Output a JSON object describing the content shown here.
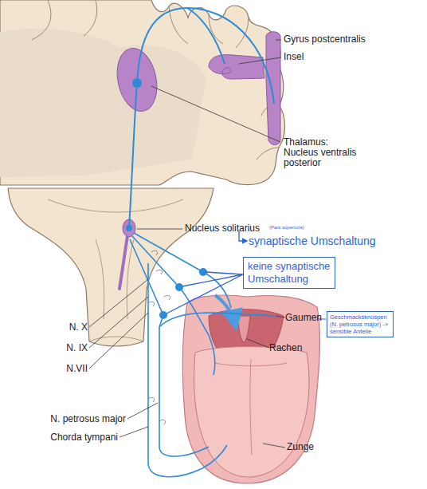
{
  "diagram": {
    "nodes": [
      {
        "text": [
          "keine synaptische Umschaltung"
        ]
      },
      {
        "text": [
          "Geschmacksknospen (N. petrosus major) -> sensible Anteile"
        ]
      }
    ],
    "labels": [
      "Gyrus postcentralis",
      "Insel",
      "Thalamus: Nucleus ventralis posterior",
      "Nucleus solitarius",
      "(Pars superioris)",
      "synaptische Umschaltung",
      "Gaumen",
      "Rachen",
      "N. X",
      "N. IX",
      "N.VII",
      "N. petrosus major",
      "Chorda tympani",
      "Zunge"
    ]
  }
}
